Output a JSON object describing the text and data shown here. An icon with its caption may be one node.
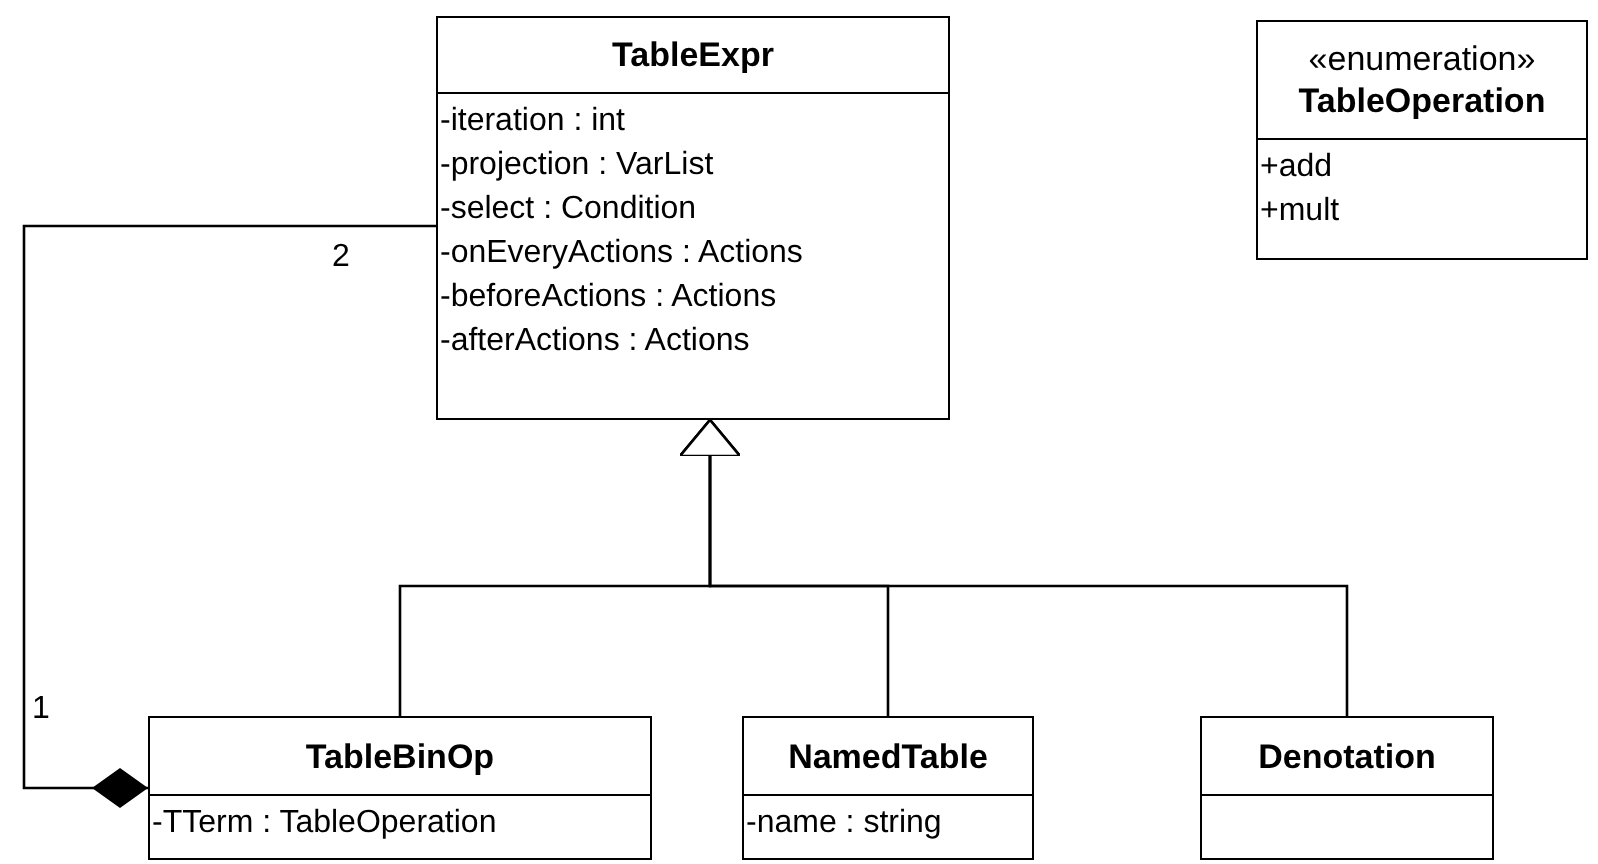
{
  "diagram": {
    "nodes": [
      {
        "text": [
          "TableExpr",
          "-iteration : int",
          "-projection : VarList",
          "-select : Condition",
          "-onEveryActions : Actions",
          "-beforeActions : Actions",
          "-afterActions : Actions"
        ]
      },
      {
        "text": [
          "«enumeration»",
          "TableOperation",
          "+add",
          "+mult"
        ]
      },
      {
        "text": [
          "TableBinOp",
          "-TTerm : TableOperation"
        ]
      },
      {
        "text": [
          "NamedTable",
          "-name : string"
        ]
      },
      {
        "text": [
          "Denotation"
        ]
      }
    ],
    "edges": [
      {
        "from": 2,
        "to": 0,
        "arrow": "to"
      },
      {
        "from": 3,
        "to": 0,
        "arrow": "to"
      },
      {
        "from": 4,
        "to": 0,
        "arrow": "to"
      },
      {
        "from": 2,
        "to": 0,
        "arrow": "other"
      }
    ],
    "labels": [
      "2",
      "1"
    ]
  }
}
